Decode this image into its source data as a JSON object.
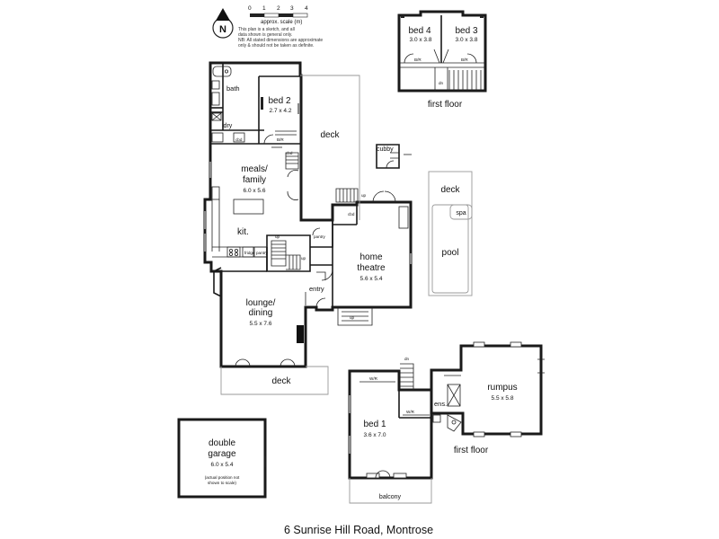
{
  "scale": {
    "ticks": [
      "0",
      "1",
      "2",
      "3",
      "4"
    ],
    "label": "approx. scale (m)",
    "notes": [
      "This plan is a sketch, and all",
      "data shown is general only.",
      "NB: All stated dimensions are approximate",
      "only & should not be taken as definite."
    ]
  },
  "compass": {
    "letter": "N"
  },
  "ground_floor": {
    "rooms": {
      "bath": "bath",
      "bed2": "bed 2",
      "bed2_size": "2.7 x 4.2",
      "ldry": "ldry",
      "deck_top": "deck",
      "cubby": "cubby",
      "meals": "meals/",
      "family": "family",
      "meals_size": "6.0 x 5.6",
      "kit": "kit.",
      "pantry": "pantry",
      "home": "home",
      "theatre": "theatre",
      "theatre_size": "5.6 x 5.4",
      "entry": "entry",
      "lounge": "lounge/",
      "dining": "dining",
      "lounge_size": "5.5 x 7.6",
      "deck_bottom": "deck",
      "deck_pool": "deck",
      "spa": "spa",
      "pool": "pool",
      "double": "double",
      "garage": "garage",
      "garage_size": "6.0 x 5.4",
      "garage_note1": "(actual position not",
      "garage_note2": "shown to scale)"
    },
    "small_labels": {
      "bir": "B/R",
      "cbd": "cbd",
      "cbd2": "cbd",
      "up": "up",
      "dn": "dn",
      "fridge": "fridge",
      "pantry_small": "pantry"
    }
  },
  "first_floor_top": {
    "label": "first floor",
    "bed4": "bed 4",
    "bed4_size": "3.0 x 3.8",
    "bed3": "bed 3",
    "bed3_size": "3.0 x 3.8",
    "bir": "B/R",
    "dn": "dn"
  },
  "first_floor_right": {
    "label": "first floor",
    "rumpus": "rumpus",
    "rumpus_size": "5.5 x 5.8",
    "bed1": "bed 1",
    "bed1_size": "3.6 x 7.0",
    "ens": "ens.",
    "balcony": "balcony",
    "wir": "W/R",
    "wir2": "W/R",
    "dn": "dn"
  },
  "address": "6 Sunrise Hill Road, Montrose"
}
